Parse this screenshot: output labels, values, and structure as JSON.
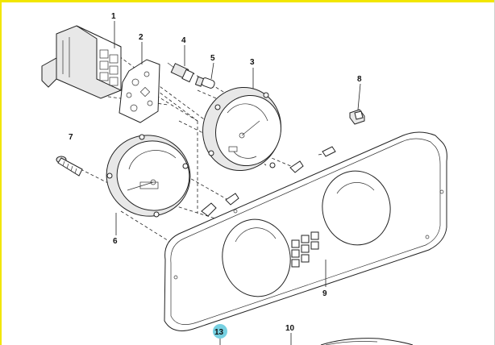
{
  "diagram": {
    "callouts": [
      {
        "id": "c1",
        "label": "1"
      },
      {
        "id": "c2",
        "label": "2"
      },
      {
        "id": "c3",
        "label": "3"
      },
      {
        "id": "c4",
        "label": "4"
      },
      {
        "id": "c5",
        "label": "5"
      },
      {
        "id": "c6",
        "label": "6"
      },
      {
        "id": "c7",
        "label": "7"
      },
      {
        "id": "c8",
        "label": "8"
      },
      {
        "id": "c9",
        "label": "9"
      },
      {
        "id": "c10",
        "label": "10"
      },
      {
        "id": "c13",
        "label": "13"
      }
    ],
    "highlight": {
      "callout": "13",
      "color": "#5ec8dc"
    },
    "colors": {
      "ink": "#222222",
      "edge": "#f2e600"
    }
  }
}
